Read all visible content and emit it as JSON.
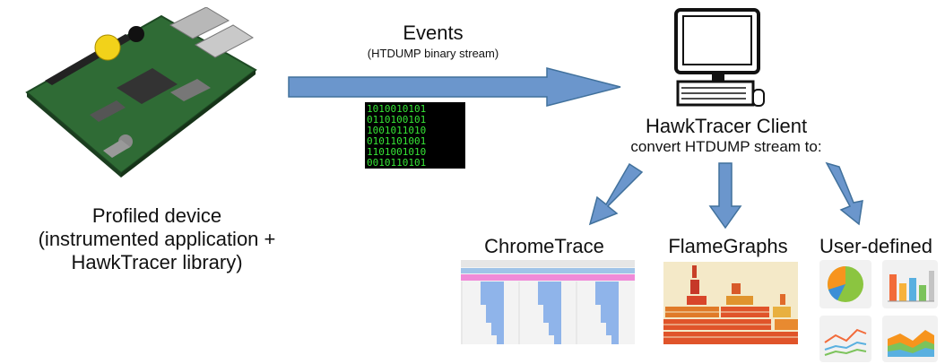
{
  "events": {
    "title": "Events",
    "subtitle": "(HTDUMP binary stream)"
  },
  "device": {
    "caption_line1": "Profiled device",
    "caption_line2": "(instrumented application +",
    "caption_line3": "HawkTracer library)"
  },
  "client": {
    "title": "HawkTracer Client",
    "subtitle": "convert HTDUMP stream to:"
  },
  "outputs": {
    "chrome_trace": "ChromeTrace",
    "flame_graphs": "FlameGraphs",
    "user_defined": "User-defined"
  },
  "colors": {
    "arrow_fill": "#6b96cc",
    "arrow_stroke": "#41719c",
    "matrix_green": "#3cff3c",
    "board_green": "#2f6b35"
  }
}
